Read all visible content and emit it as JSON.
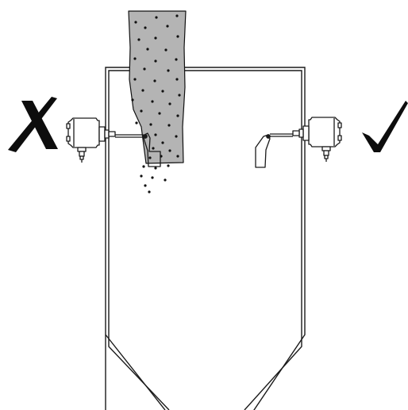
{
  "diagram": {
    "subject": "silo-level-switch-installation",
    "colors": {
      "stroke": "#1a1a1a",
      "background": "#ffffff",
      "material_fill": "#b4b4b4",
      "material_dots": "#111111",
      "mark": "#0d0d0d"
    },
    "installations": [
      {
        "id": "left",
        "verdict": "incorrect",
        "mark_icon": "cross-mark-icon",
        "in_material_flow": true
      },
      {
        "id": "right",
        "verdict": "correct",
        "mark_icon": "check-mark-icon",
        "in_material_flow": false
      }
    ]
  }
}
